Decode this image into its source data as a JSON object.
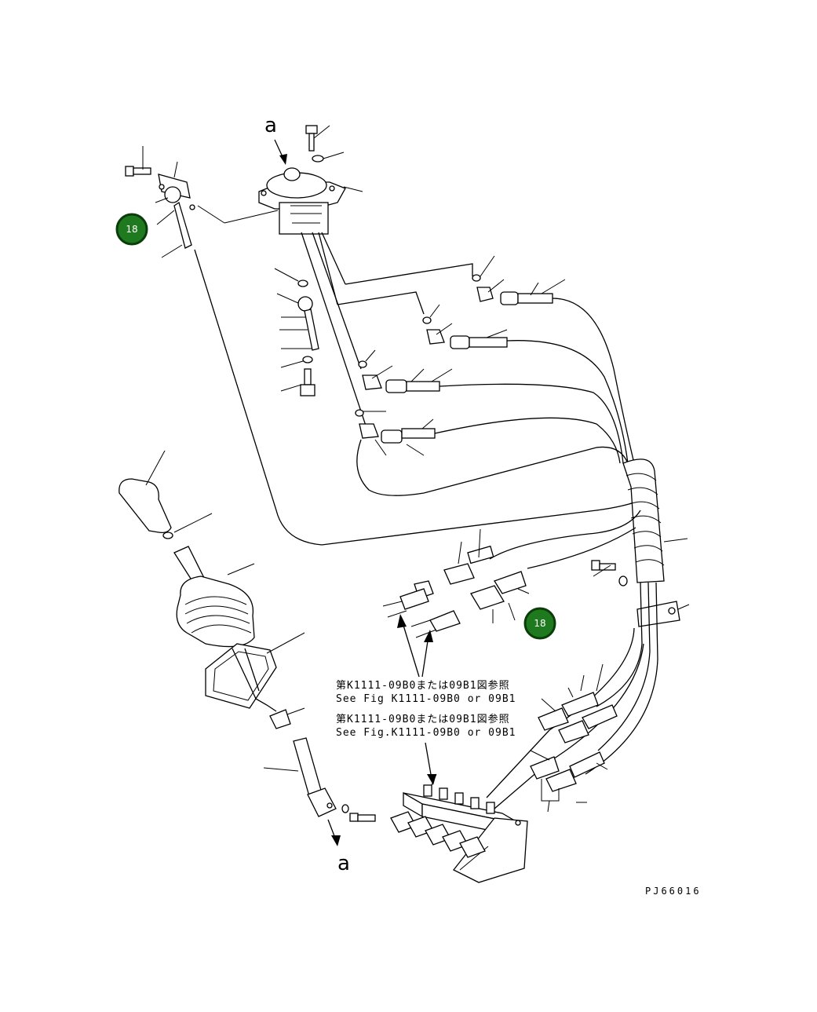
{
  "view_markers": {
    "top": "a",
    "bottom": "a"
  },
  "badges": [
    {
      "label": "18"
    },
    {
      "label": "18"
    }
  ],
  "callouts": {
    "ref1_jp": "第K1111-09B0または09B1図参照",
    "ref1_en": "See Fig K1111-09B0 or 09B1",
    "ref2_jp": "第K1111-09B0または09B1図参照",
    "ref2_en": "See Fig.K1111-09B0 or 09B1"
  },
  "drawing_code": "PJ66016",
  "colors": {
    "badge_fill": "#1f7a1f",
    "line": "#000000"
  }
}
